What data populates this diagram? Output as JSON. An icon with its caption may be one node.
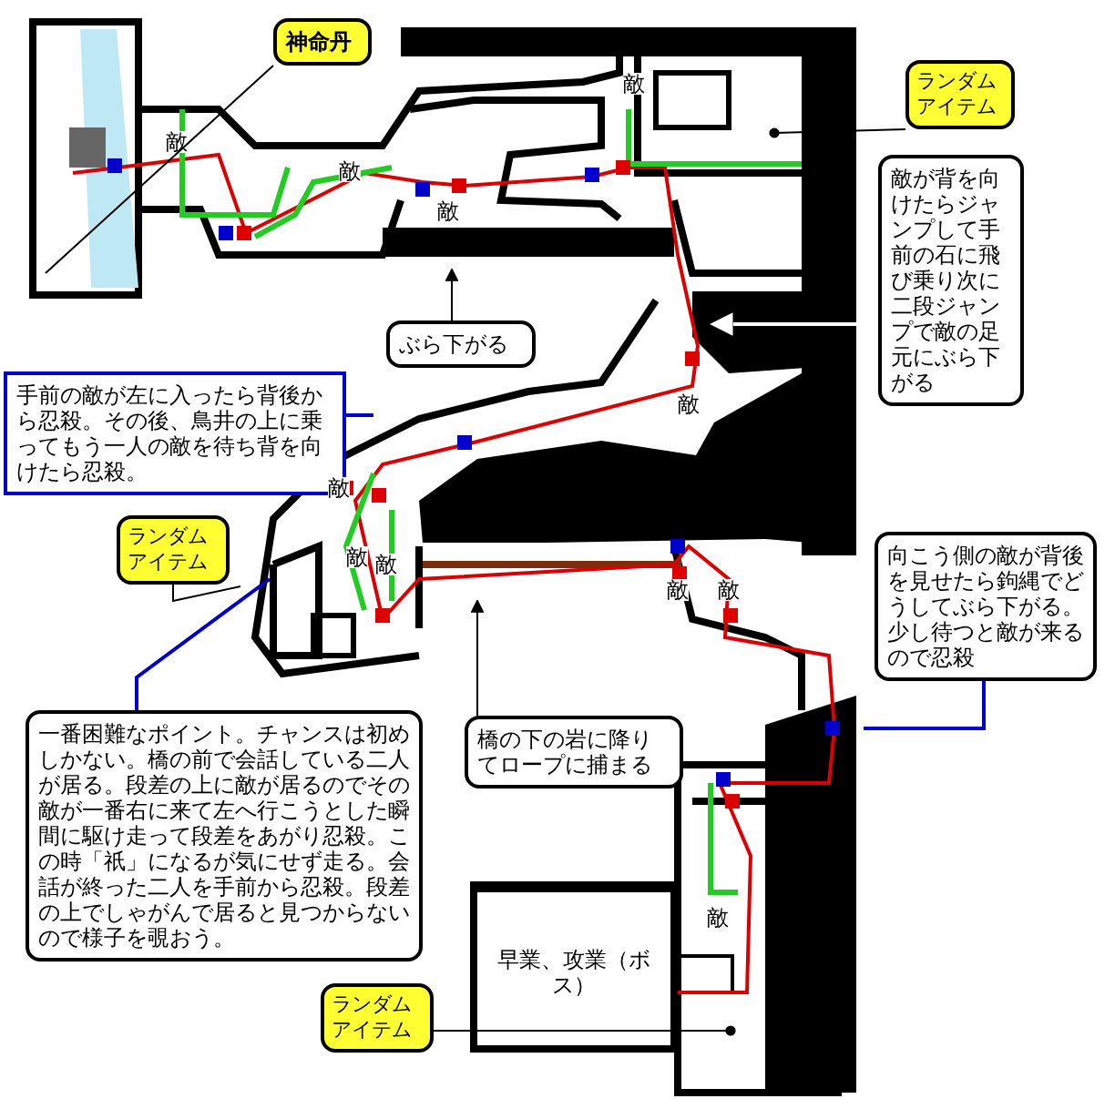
{
  "diagram": {
    "nodes": [
      {
        "text": [
          "神命丹"
        ]
      },
      {
        "text": [
          "ランダムアイテム"
        ]
      },
      {
        "text": [
          "敵が背を向けたらジャンプして手前の石に飛び乗り次に二段ジャンプで敵の足元にぶら下がる"
        ]
      },
      {
        "text": [
          "ぶら下がる"
        ]
      },
      {
        "text": [
          "手前の敵が左に入ったら背後から忍殺。その後、鳥井の上に乗ってもう一人の敵を待ち背を向けたら忍殺。"
        ]
      },
      {
        "text": [
          "ランダムアイテム"
        ]
      },
      {
        "text": [
          "一番困難なポイント。チャンスは初めしかない。橋の前で会話している二人が居る。段差の上に敵が居るのでその敵が一番右に来て左へ行こうとした瞬間に駆け走って段差をあがり忍殺。この時「祇」になるが気にせず走る。会話が終った二人を手前から忍殺。段差の上でしゃがんで居ると見つからないので様子を覗おう。"
        ]
      },
      {
        "text": [
          "橋の下の岩に降りてロープに捕まる"
        ]
      },
      {
        "text": [
          "向こう側の敵が背後を見せたら鉤縄でどうしてぶら下がる。少し待つと敵が来るので忍殺"
        ]
      },
      {
        "text": [
          "早業、攻業（ボス）"
        ]
      },
      {
        "text": [
          "ランダムアイテム"
        ]
      }
    ],
    "edges": [
      {
        "from": 0,
        "to": null,
        "arrow": "none"
      },
      {
        "from": 1,
        "to": null,
        "arrow": "other"
      },
      {
        "from": 2,
        "to": null,
        "arrow": "to",
        "color": "#ffffff"
      },
      {
        "from": 3,
        "to": null,
        "arrow": "to"
      },
      {
        "from": 4,
        "to": null,
        "arrow": "none",
        "color": "#0000cc"
      },
      {
        "from": 5,
        "to": null,
        "arrow": "none"
      },
      {
        "from": 6,
        "to": null,
        "arrow": "none",
        "color": "#0000cc"
      },
      {
        "from": 7,
        "to": null,
        "arrow": "to"
      },
      {
        "from": 8,
        "to": null,
        "arrow": "none",
        "color": "#0000cc"
      },
      {
        "from": 10,
        "to": null,
        "arrow": "other"
      }
    ],
    "labels": [
      "敵",
      "敵",
      "敵",
      "敵",
      "敵",
      "敵",
      "敵",
      "敵",
      "敵",
      "敵",
      "敵"
    ]
  }
}
